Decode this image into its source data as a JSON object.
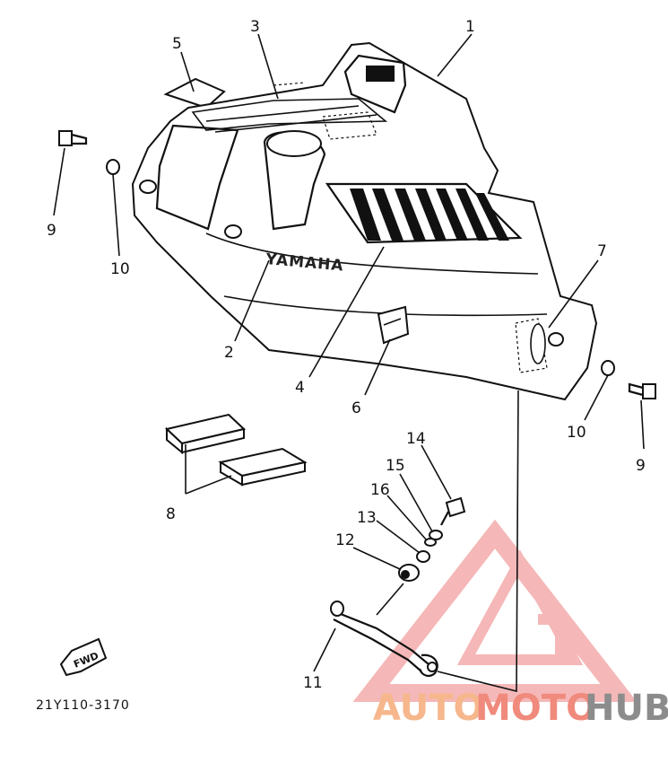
{
  "diagram": {
    "part_code": "21Y110-3170",
    "emblem_text": "YAMAHA",
    "fwd_text": "FWD",
    "callouts": [
      {
        "id": "c1",
        "text": "1"
      },
      {
        "id": "c2",
        "text": "2"
      },
      {
        "id": "c3",
        "text": "3"
      },
      {
        "id": "c4",
        "text": "4"
      },
      {
        "id": "c5",
        "text": "5"
      },
      {
        "id": "c6",
        "text": "6"
      },
      {
        "id": "c7",
        "text": "7"
      },
      {
        "id": "c8",
        "text": "8"
      },
      {
        "id": "c9a",
        "text": "9"
      },
      {
        "id": "c9b",
        "text": "9"
      },
      {
        "id": "c10a",
        "text": "10"
      },
      {
        "id": "c10b",
        "text": "10"
      },
      {
        "id": "c11",
        "text": "11"
      },
      {
        "id": "c12",
        "text": "12"
      },
      {
        "id": "c13",
        "text": "13"
      },
      {
        "id": "c14",
        "text": "14"
      },
      {
        "id": "c15",
        "text": "15"
      },
      {
        "id": "c16",
        "text": "16"
      }
    ]
  },
  "watermark": {
    "part1": "AUTO",
    "part2": "MOTO",
    "part3": "HUB",
    "colors": {
      "auto": "#f6b78c",
      "moto": "#f08a7c",
      "hub": "#8c8c8c",
      "logo": "#f2a0a0"
    }
  }
}
